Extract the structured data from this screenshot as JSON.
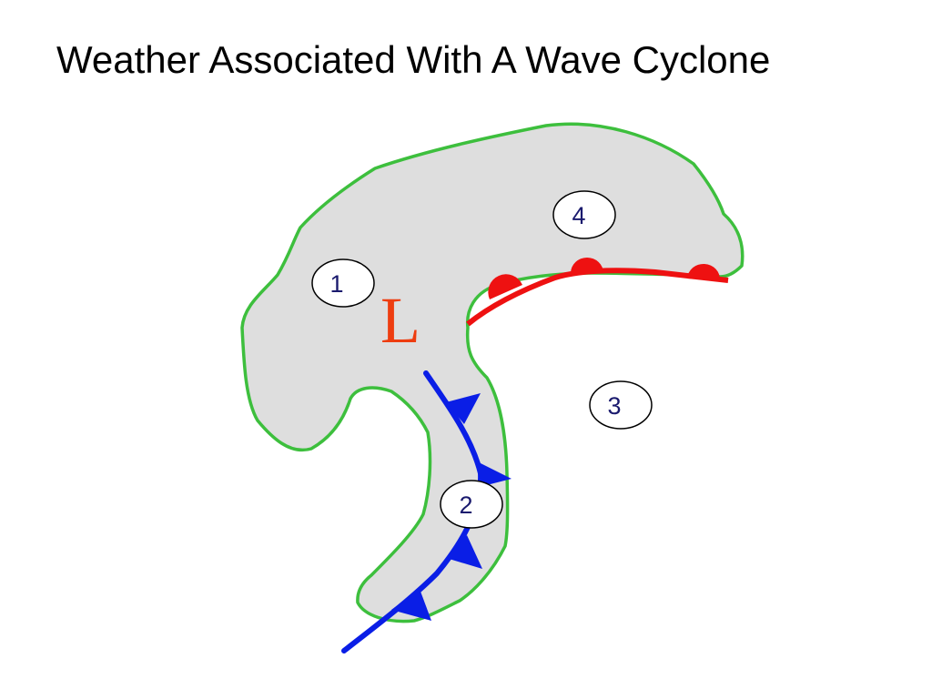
{
  "title": "Weather Associated With A Wave Cyclone",
  "colors": {
    "cloud_fill": "#dedede",
    "cloud_outline": "#3dbf3d",
    "warm_front": "#ee1111",
    "cold_front": "#0a1ee6",
    "low_label": "#ee3d10",
    "region_text": "#1a1a6e"
  },
  "low_pressure": {
    "label": "L"
  },
  "fronts": [
    {
      "name": "warm-front",
      "symbol": "semicircles",
      "color": "#ee1111"
    },
    {
      "name": "cold-front",
      "symbol": "triangles",
      "color": "#0a1ee6"
    }
  ],
  "regions": [
    {
      "id": "1",
      "label": "1"
    },
    {
      "id": "2",
      "label": "2"
    },
    {
      "id": "3",
      "label": "3"
    },
    {
      "id": "4",
      "label": "4"
    }
  ]
}
